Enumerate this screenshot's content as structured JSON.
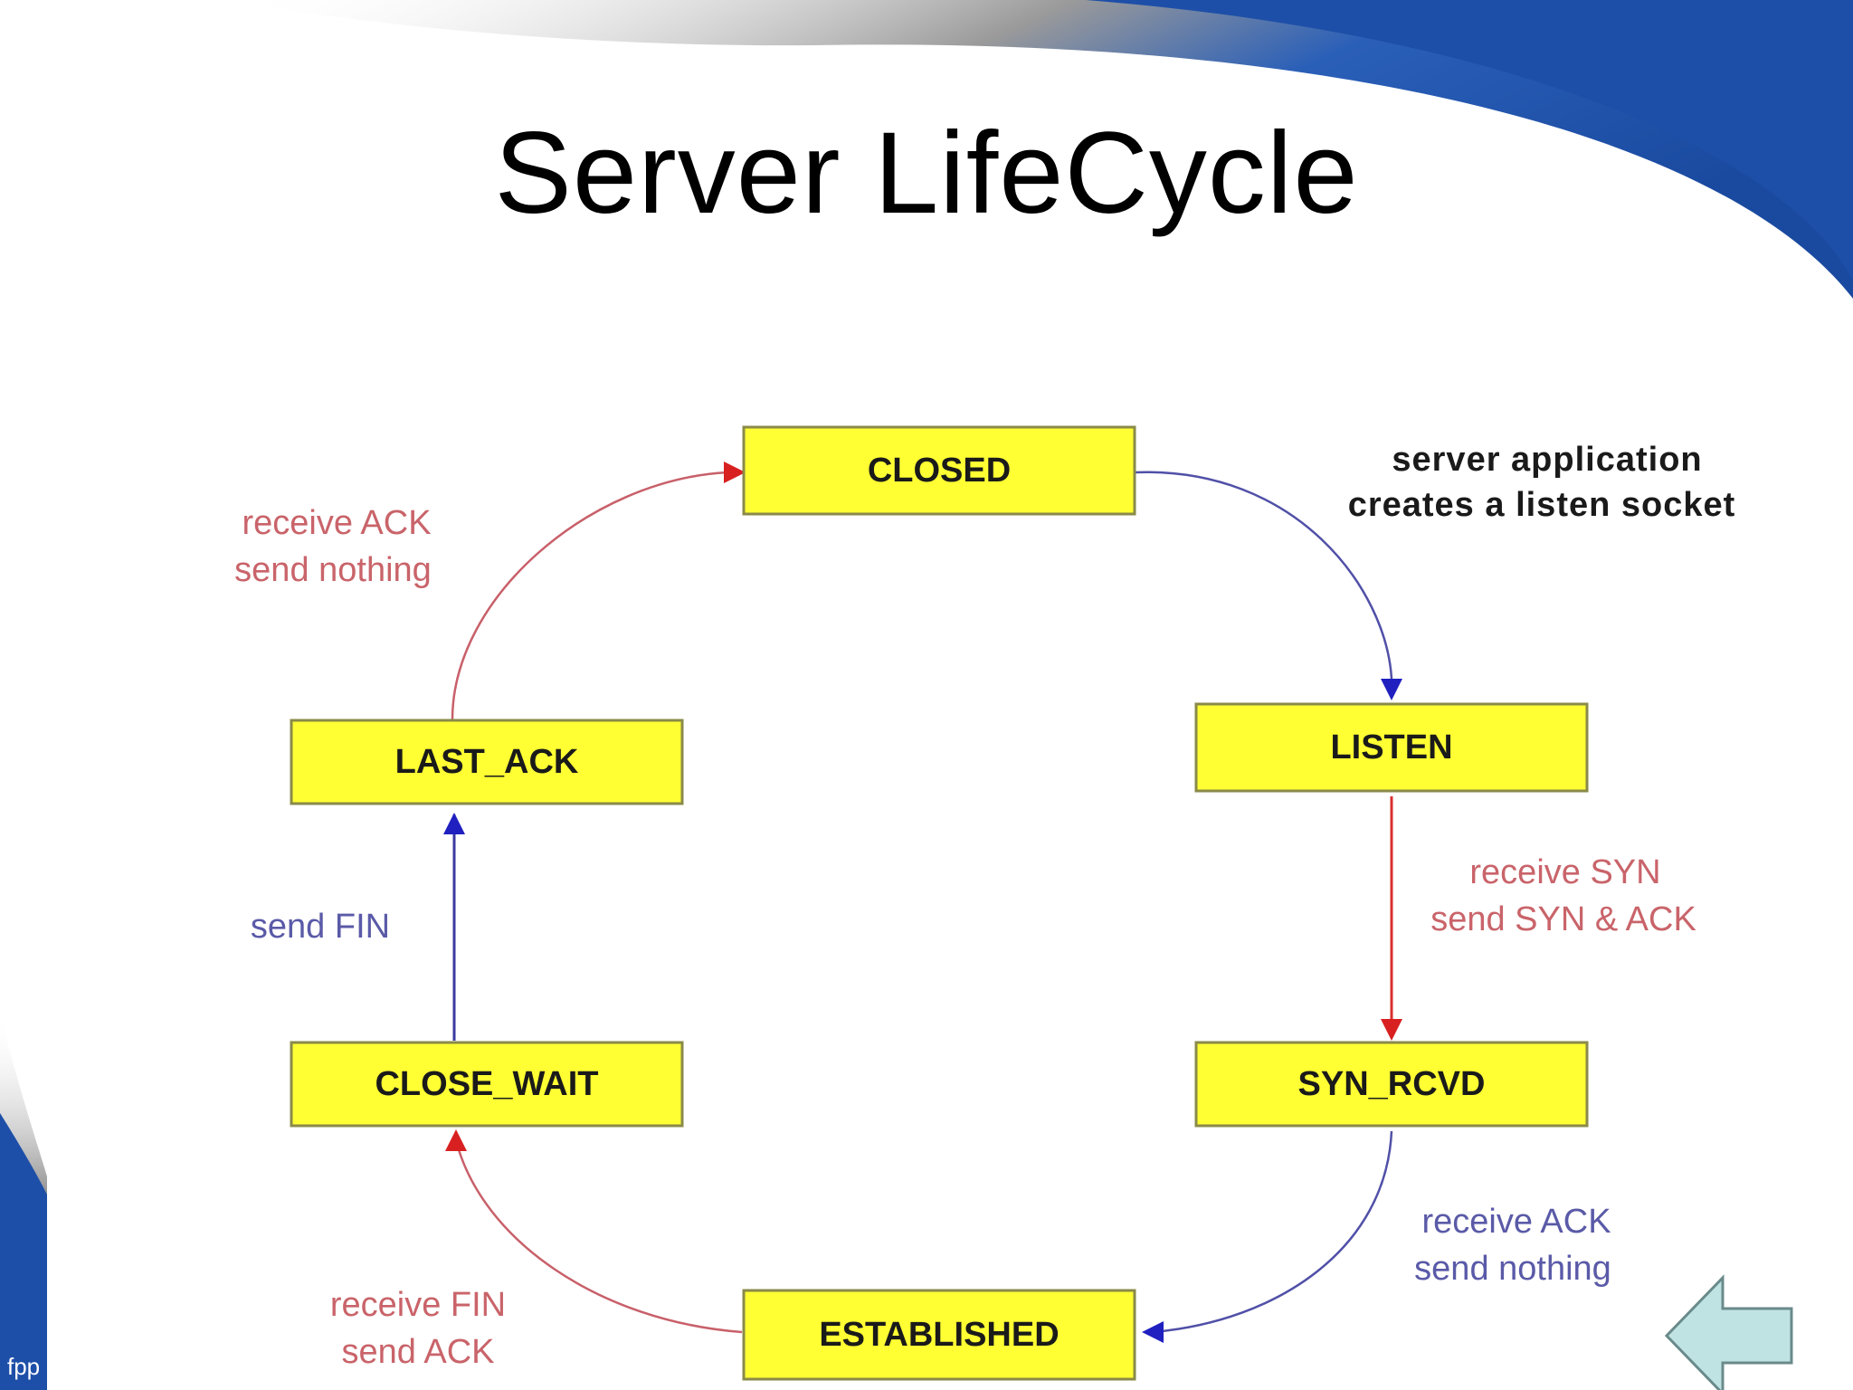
{
  "slide": {
    "title": "Server LifeCycle",
    "footer": "fpp"
  },
  "diagram": {
    "states": {
      "closed": "CLOSED",
      "listen": "LISTEN",
      "syn_rcvd": "SYN_RCVD",
      "established": "ESTABLISHED",
      "close_wait": "CLOSE_WAIT",
      "last_ack": "LAST_ACK"
    },
    "note": {
      "line1": "server application",
      "line2": "creates a listen socket"
    },
    "transitions": {
      "listen_to_syn_rcvd": {
        "line1": "receive SYN",
        "line2": "send SYN & ACK"
      },
      "syn_rcvd_to_established": {
        "line1": "receive  ACK",
        "line2": "send nothing"
      },
      "established_to_close_wait": {
        "line1": "receive FIN",
        "line2": "send ACK"
      },
      "close_wait_to_last_ack": {
        "line1": "send FIN"
      },
      "last_ack_to_closed": {
        "line1": "receive  ACK",
        "line2": "send nothing"
      }
    }
  },
  "colors": {
    "state_fill": "#ffff33",
    "red_edge": "#d83030",
    "blue_edge": "#3a3aa0",
    "theme_blue": "#1e4fa8"
  },
  "icons": {
    "back": "left-arrow-icon"
  }
}
